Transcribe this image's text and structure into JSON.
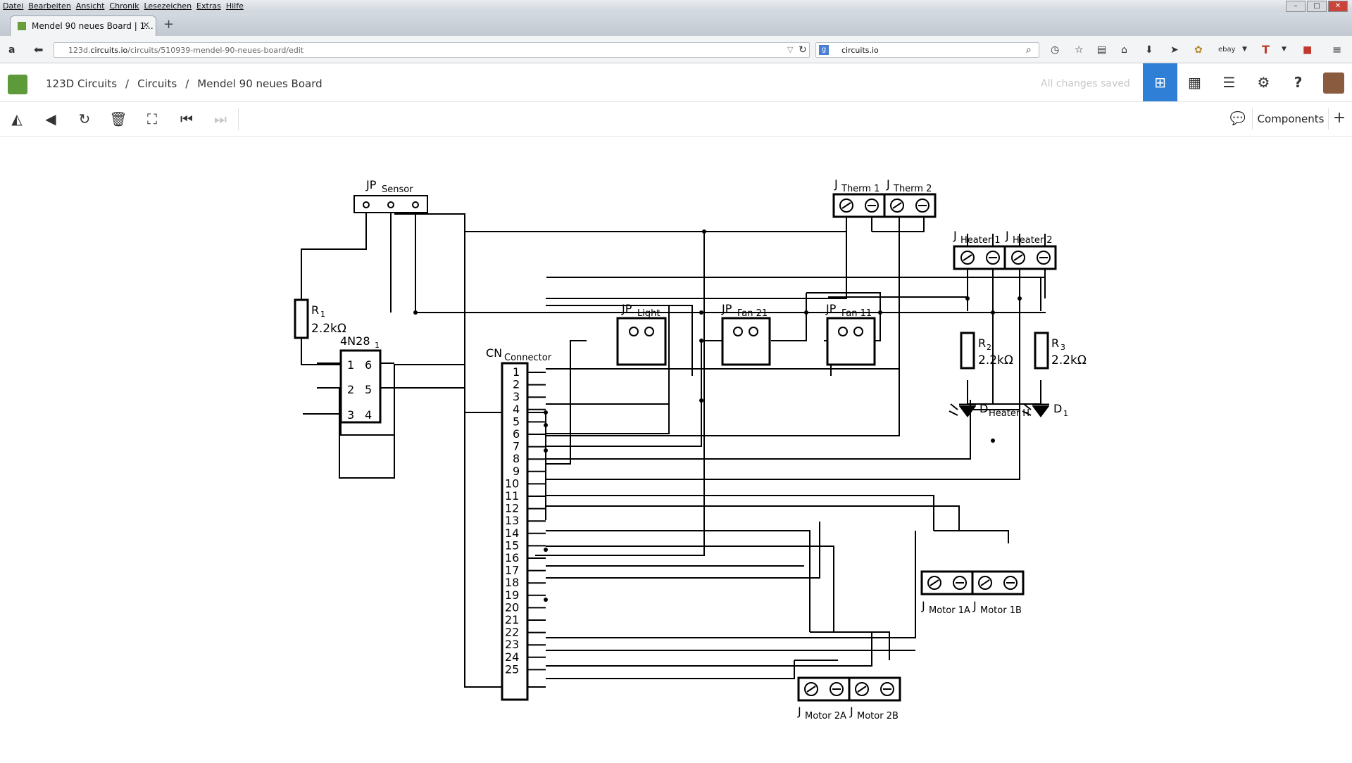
{
  "menu": [
    "Datei",
    "Bearbeiten",
    "Ansicht",
    "Chronik",
    "Lesezeichen",
    "Extras",
    "Hilfe"
  ],
  "browser": {
    "tab_title": "Mendel 90 neues Board | 1...",
    "url_host": "123d.",
    "url_domain": "circuits.io",
    "url_path": "/circuits/510939-mendel-90-neues-board/edit",
    "search_value": "circuits.io"
  },
  "header": {
    "breadcrumb": [
      "123D Circuits",
      "/",
      "Circuits",
      "/",
      "Mendel 90 neues Board"
    ],
    "status": "All changes saved"
  },
  "toolbar": {
    "components_label": "Components",
    "add_label": "+"
  },
  "schematic": {
    "labels": {
      "jp_sensor": "JP",
      "jp_sensor_sub": "Sensor",
      "r1": "R",
      "r1_sub": "1",
      "r1_val": "2.2kΩ",
      "opto": "4N28",
      "opto_sub": "1",
      "cn": "CN",
      "cn_sub": "Connector",
      "jp_light": "JP",
      "jp_light_sub": "Light",
      "jp_fan21": "JP",
      "jp_fan21_sub": "Fan 21",
      "jp_fan11": "JP",
      "jp_fan11_sub": "Fan 11",
      "j_therm1": "J",
      "j_therm1_sub": "Therm 1",
      "j_therm2": "J",
      "j_therm2_sub": "Therm 2",
      "j_heater1": "J",
      "j_heater1_sub": "Heater 1",
      "j_heater2": "J",
      "j_heater2_sub": "Heater 2",
      "r2": "R",
      "r2_sub": "2",
      "r2_val": "2.2kΩ",
      "r3": "R",
      "r3_sub": "3",
      "r3_val": "2.2kΩ",
      "d_heater": "D",
      "d_heater_sub": "Heater H",
      "d1": "D",
      "d1_sub": "1",
      "j_motor1a": "J",
      "j_motor1a_sub": "Motor 1A",
      "j_motor1b": "J",
      "j_motor1b_sub": "Motor 1B",
      "j_motor2a": "J",
      "j_motor2a_sub": "Motor 2A",
      "j_motor2b": "J",
      "j_motor2b_sub": "Motor 2B"
    },
    "opto_pins": [
      [
        "1",
        "6"
      ],
      [
        "2",
        "5"
      ],
      [
        "3",
        "4"
      ]
    ],
    "cn_pins": [
      "1",
      "2",
      "3",
      "4",
      "5",
      "6",
      "7",
      "8",
      "9",
      "10",
      "11",
      "12",
      "13",
      "14",
      "15",
      "16",
      "17",
      "18",
      "19",
      "20",
      "21",
      "22",
      "23",
      "24",
      "25"
    ]
  }
}
